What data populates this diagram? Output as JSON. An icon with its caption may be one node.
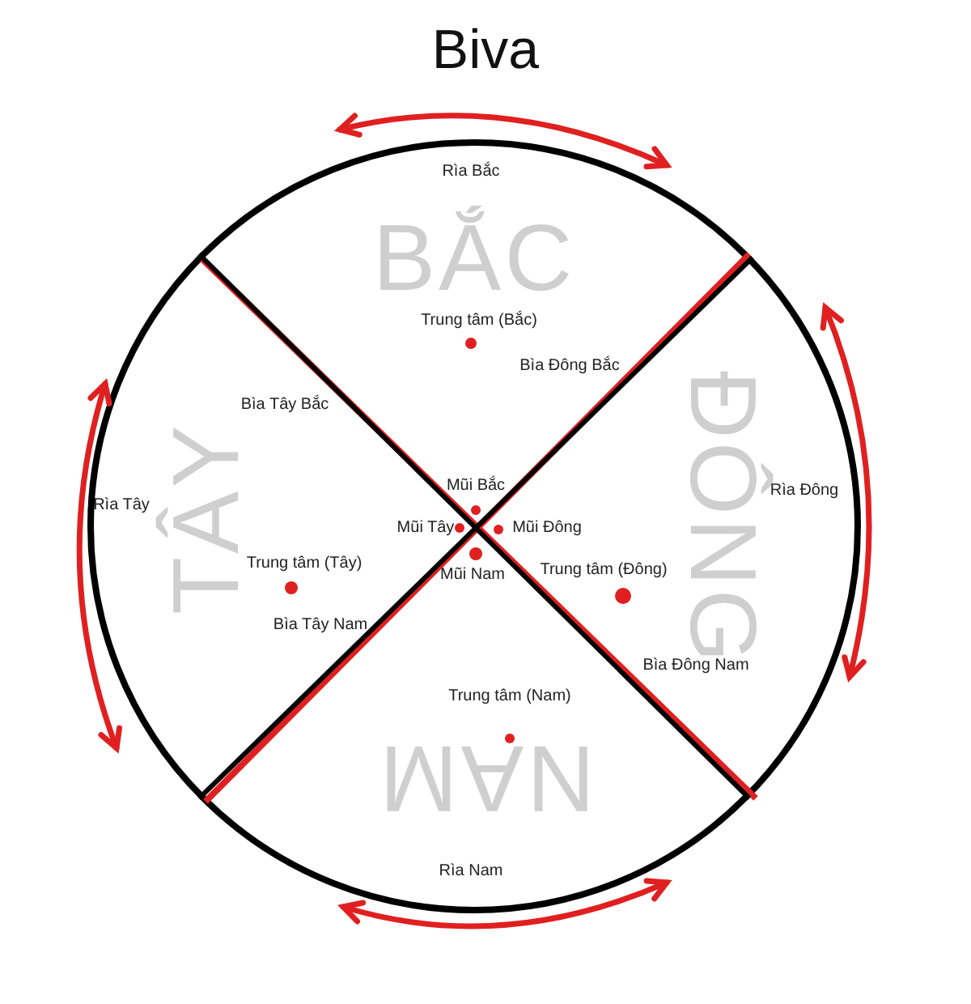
{
  "diagram": {
    "title": "Biva",
    "labels": [
      "Rìa Bắc",
      "BẮC",
      "Trung tâm (Bắc)",
      "Bìa Tây Bắc",
      "Bìa Đông Bắc",
      "Rìa Tây",
      "TÂY",
      "Mũi Bắc",
      "ĐÔNG",
      "Rìa Đông",
      "Mũi Tây",
      "Mũi Đông",
      "Trung tâm (Đông)",
      "Trung tâm (Tây)",
      "Mũi Nam",
      "Bìa Tây Nam",
      "Bìa Đông Nam",
      "Trung tâm (Nam)",
      "NAM",
      "Rìa Nam"
    ]
  }
}
